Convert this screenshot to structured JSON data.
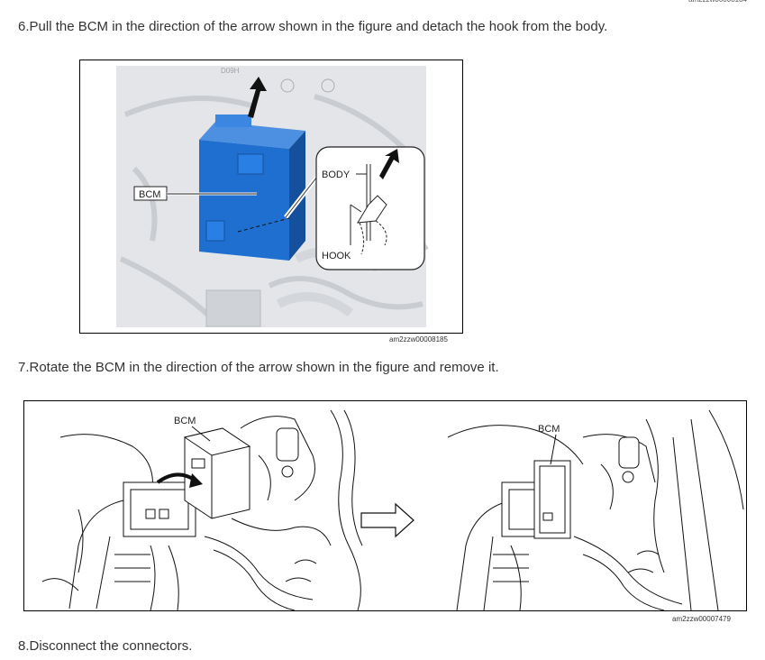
{
  "top_code": "am2zzw00008184",
  "steps": [
    {
      "text": "6.Pull the BCM in the direction of the arrow shown in the figure and detach the hook from the body."
    },
    {
      "text": "7.Rotate the BCM in the direction of the arrow shown in the figure and remove it."
    },
    {
      "text": "8.Disconnect the connectors."
    }
  ],
  "figure1": {
    "code": "am2zzw00008185",
    "labels": {
      "bcm": "BCM",
      "body": "BODY",
      "hook": "HOOK"
    },
    "colors": {
      "bcm": "#1f6fd1",
      "bcm_dark": "#14509c",
      "background": "#e3e5e8"
    }
  },
  "figure2": {
    "code": "am2zzw00007479",
    "labels": {
      "bcm_left": "BCM",
      "bcm_right": "BCM"
    }
  }
}
